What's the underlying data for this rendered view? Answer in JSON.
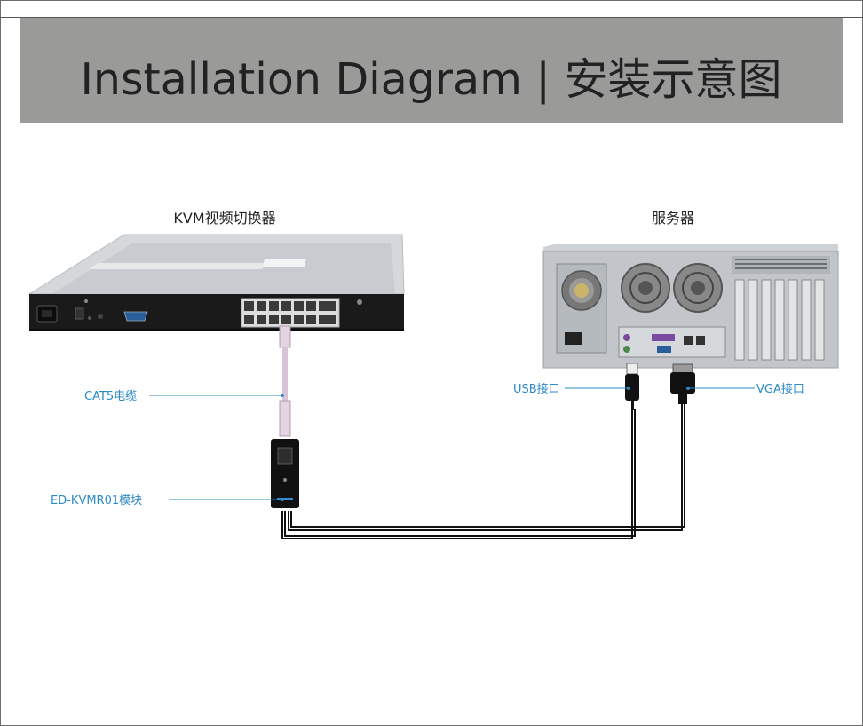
{
  "banner": {
    "title": "Installation Diagram | 安装示意图"
  },
  "devices": {
    "kvm_label": "KVM视频切换器",
    "server_label": "服务器"
  },
  "callouts": {
    "cat5": "CAT5电缆",
    "module": "ED-KVMR01模块",
    "usb": "USB接口",
    "vga": "VGA接口"
  },
  "colors": {
    "banner_bg": "#9a9a99",
    "callout_blue": "#2b8ac6",
    "cable_pink": "#d9c3d6"
  }
}
